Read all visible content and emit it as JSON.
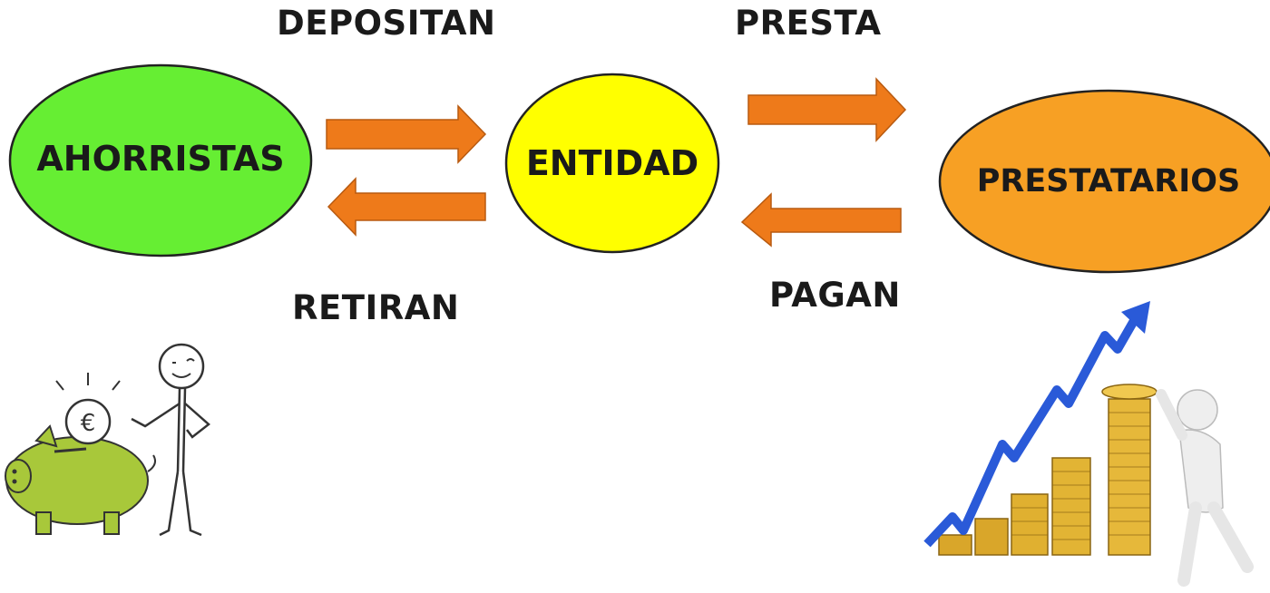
{
  "nodes": {
    "savers": {
      "label": "AHORRISTAS",
      "color": "#66ee33"
    },
    "entity": {
      "label": "ENTIDAD",
      "color": "#ffff00"
    },
    "borrowers": {
      "label": "PRESTATARIOS",
      "color": "#f7a024"
    }
  },
  "flows": {
    "deposit": {
      "label": "DEPOSITAN"
    },
    "withdraw": {
      "label": "RETIRAN"
    },
    "lend": {
      "label": "PRESTA"
    },
    "repay": {
      "label": "PAGAN"
    }
  },
  "colors": {
    "arrow": "#ee7a1a",
    "arrow_stroke": "#b85a10"
  },
  "illustrations": {
    "left": "piggy-bank-person-icon",
    "right": "coin-stacks-growth-chart-icon"
  }
}
